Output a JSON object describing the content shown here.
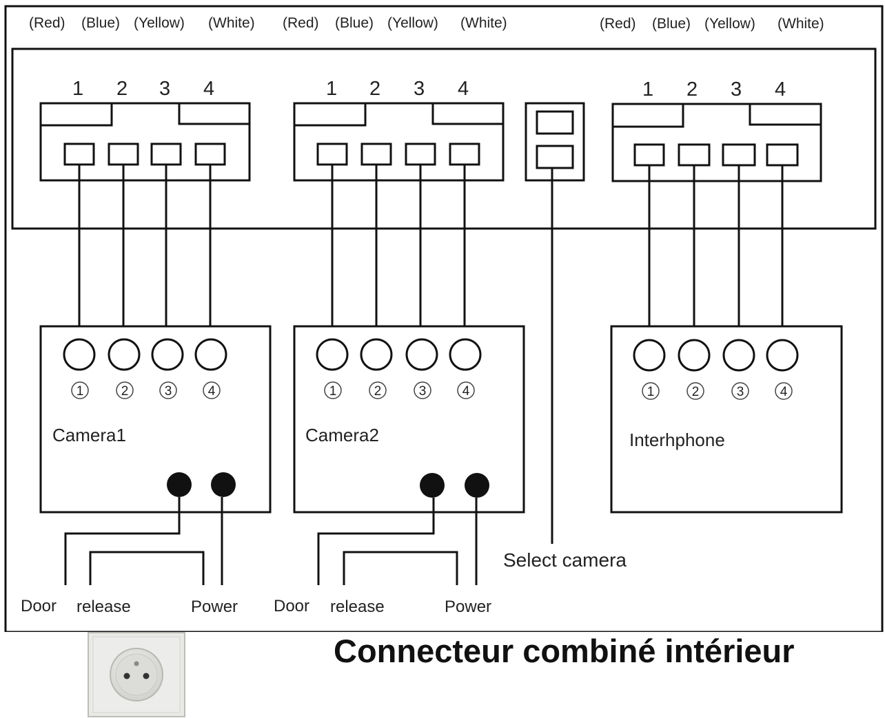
{
  "wire_colors": [
    "(Red)",
    "(Blue)",
    "(Yellow)",
    "(White)"
  ],
  "pin_numbers": [
    "1",
    "2",
    "3",
    "4"
  ],
  "circle_numbers": [
    "1",
    "2",
    "3",
    "4"
  ],
  "devices": {
    "camera1": "Camera1",
    "camera2": "Camera2",
    "interphone": "Interhphone"
  },
  "terminals": {
    "door": "Door",
    "release": "release",
    "power": "Power"
  },
  "select_camera": "Select camera",
  "title": "Connecteur combiné intérieur",
  "icons": [
    "power-socket-icon"
  ]
}
